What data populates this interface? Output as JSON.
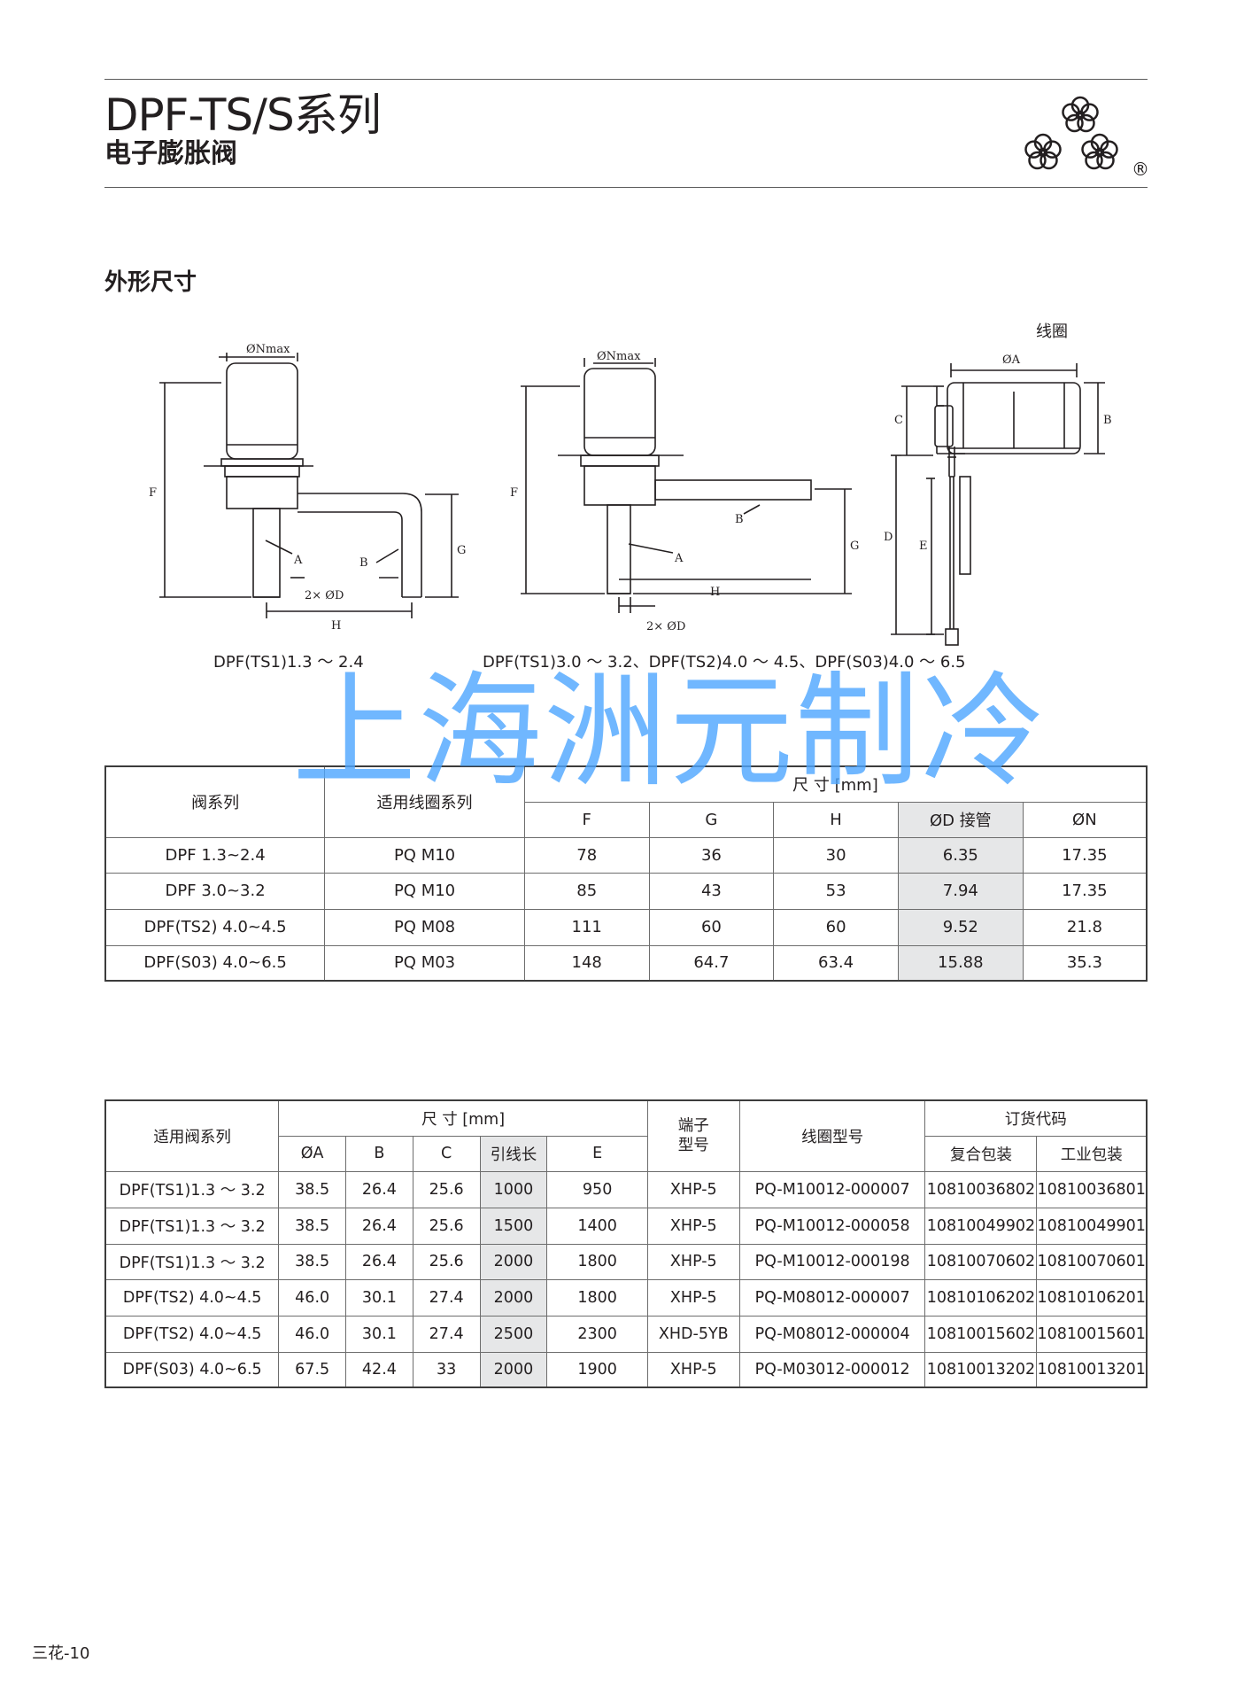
{
  "header": {
    "title": "DPF-TS/S系列",
    "subtitle": "电子膨胀阀",
    "registered_mark": "®"
  },
  "section": {
    "title": "外形尺寸"
  },
  "drawings": {
    "coil_label": "线圈",
    "fig1": {
      "caption": "DPF(TS1)1.3 ～ 2.4",
      "labels": {
        "n": "ØNmax",
        "f": "F",
        "g": "G",
        "h": "H",
        "a": "A",
        "b": "B",
        "d": "2× ØD"
      }
    },
    "fig2": {
      "caption": "DPF(TS1)3.0 ～ 3.2、DPF(TS2)4.0 ～ 4.5、DPF(S03)4.0 ～ 6.5",
      "labels": {
        "n": "ØNmax",
        "f": "F",
        "g": "G",
        "h": "H",
        "a": "A",
        "b": "B",
        "d": "2× ØD"
      }
    },
    "fig3": {
      "labels": {
        "a": "ØA",
        "b": "B",
        "c": "C",
        "d": "D",
        "e": "E"
      }
    }
  },
  "watermark": "上海洲元制冷",
  "table1": {
    "head": {
      "valve_series": "阀系列",
      "coil_series": "适用线圈系列",
      "dims": "尺 寸 [mm]",
      "cols": [
        "F",
        "G",
        "H",
        "ØD 接管",
        "ØN"
      ]
    },
    "rows": [
      [
        "DPF 1.3~2.4",
        "PQ M10",
        "78",
        "36",
        "30",
        "6.35",
        "17.35"
      ],
      [
        "DPF 3.0~3.2",
        "PQ M10",
        "85",
        "43",
        "53",
        "7.94",
        "17.35"
      ],
      [
        "DPF(TS2) 4.0~4.5",
        "PQ M08",
        "111",
        "60",
        "60",
        "9.52",
        "21.8"
      ],
      [
        "DPF(S03) 4.0~6.5",
        "PQ M03",
        "148",
        "64.7",
        "63.4",
        "15.88",
        "35.3"
      ]
    ]
  },
  "table2": {
    "head": {
      "valve_series": "适用阀系列",
      "dims": "尺 寸 [mm]",
      "dim_cols": [
        "ØA",
        "B",
        "C",
        "引线长",
        "E"
      ],
      "terminal": "端子 型号",
      "coil_model": "线圈型号",
      "order_code": "订货代码",
      "order_cols": [
        "复合包装",
        "工业包装"
      ]
    },
    "rows": [
      [
        "DPF(TS1)1.3 ～ 3.2",
        "38.5",
        "26.4",
        "25.6",
        "1000",
        "950",
        "XHP-5",
        "PQ-M10012-000007",
        "10810036802",
        "10810036801"
      ],
      [
        "DPF(TS1)1.3 ～ 3.2",
        "38.5",
        "26.4",
        "25.6",
        "1500",
        "1400",
        "XHP-5",
        "PQ-M10012-000058",
        "10810049902",
        "10810049901"
      ],
      [
        "DPF(TS1)1.3 ～ 3.2",
        "38.5",
        "26.4",
        "25.6",
        "2000",
        "1800",
        "XHP-5",
        "PQ-M10012-000198",
        "10810070602",
        "10810070601"
      ],
      [
        "DPF(TS2) 4.0~4.5",
        "46.0",
        "30.1",
        "27.4",
        "2000",
        "1800",
        "XHP-5",
        "PQ-M08012-000007",
        "10810106202",
        "10810106201"
      ],
      [
        "DPF(TS2) 4.0~4.5",
        "46.0",
        "30.1",
        "27.4",
        "2500",
        "2300",
        "XHD-5YB",
        "PQ-M08012-000004",
        "10810015602",
        "10810015601"
      ],
      [
        "DPF(S03) 4.0~6.5",
        "67.5",
        "42.4",
        "33",
        "2000",
        "1900",
        "XHP-5",
        "PQ-M03012-000012",
        "10810013202",
        "10810013201"
      ]
    ]
  },
  "footer": {
    "page_number": "三花-10"
  }
}
